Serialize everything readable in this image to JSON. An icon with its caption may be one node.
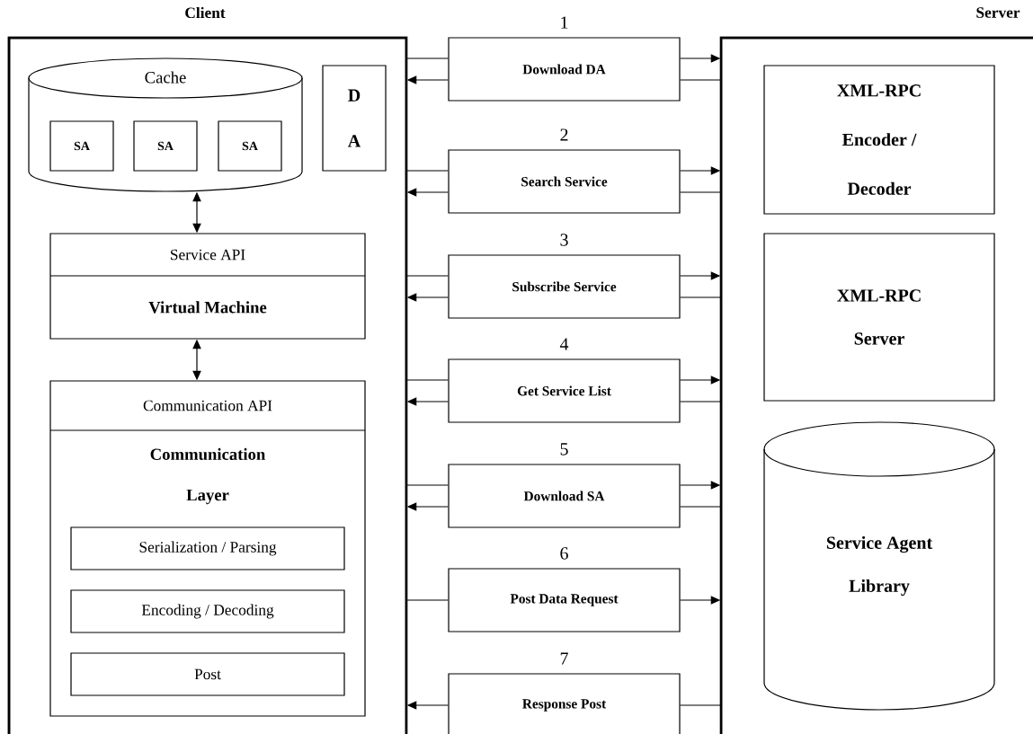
{
  "diagram": {
    "nodes": [
      {
        "text": [
          "Client"
        ]
      },
      {
        "text": [
          "Cache"
        ],
        "in": 0
      },
      {
        "text": [
          "SA"
        ],
        "in": 1
      },
      {
        "text": [
          "SA"
        ],
        "in": 1
      },
      {
        "text": [
          "SA"
        ],
        "in": 1
      },
      {
        "text": [
          "D A"
        ],
        "in": 0
      },
      {
        "text": [
          "Service API",
          "Virtual Machine"
        ],
        "in": 0
      },
      {
        "text": [
          "Communication API",
          "Communication Layer"
        ],
        "in": 0
      },
      {
        "text": [
          "Serialization / Parsing"
        ],
        "in": 7
      },
      {
        "text": [
          "Encoding / Decoding"
        ],
        "in": 7
      },
      {
        "text": [
          "Post"
        ],
        "in": 7
      },
      {
        "text": [
          "Server"
        ]
      },
      {
        "text": [
          "XML-RPC Encoder / Decoder"
        ],
        "in": 11
      },
      {
        "text": [
          "XML-RPC Server"
        ],
        "in": 11
      },
      {
        "text": [
          "Service Agent Library"
        ],
        "in": 11
      },
      {
        "text": [
          "Download DA"
        ],
        "beside": [
          "1"
        ]
      },
      {
        "text": [
          "Search Service"
        ],
        "beside": [
          "2"
        ]
      },
      {
        "text": [
          "Subscribe Service"
        ],
        "beside": [
          "3"
        ]
      },
      {
        "text": [
          "Get Service List"
        ],
        "beside": [
          "4"
        ]
      },
      {
        "text": [
          "Download SA"
        ],
        "beside": [
          "5"
        ]
      },
      {
        "text": [
          "Post Data Request"
        ],
        "beside": [
          "6"
        ]
      },
      {
        "text": [
          "Response Post"
        ],
        "beside": [
          "7"
        ]
      }
    ],
    "edges": [
      {
        "from": 1,
        "to": 6,
        "arrow": "both"
      },
      {
        "from": 6,
        "to": 7,
        "arrow": "both"
      },
      {
        "from": 0,
        "to": 15,
        "arrow": "none"
      },
      {
        "from": 15,
        "to": 11,
        "arrow": "to"
      },
      {
        "from": 11,
        "to": 15,
        "arrow": "none"
      },
      {
        "from": 15,
        "to": 0,
        "arrow": "to"
      },
      {
        "from": 0,
        "to": 16,
        "arrow": "none"
      },
      {
        "from": 16,
        "to": 11,
        "arrow": "to"
      },
      {
        "from": 11,
        "to": 16,
        "arrow": "none"
      },
      {
        "from": 16,
        "to": 0,
        "arrow": "to"
      },
      {
        "from": 0,
        "to": 17,
        "arrow": "none"
      },
      {
        "from": 17,
        "to": 11,
        "arrow": "to"
      },
      {
        "from": 11,
        "to": 17,
        "arrow": "none"
      },
      {
        "from": 17,
        "to": 0,
        "arrow": "to"
      },
      {
        "from": 0,
        "to": 18,
        "arrow": "none"
      },
      {
        "from": 18,
        "to": 11,
        "arrow": "to"
      },
      {
        "from": 11,
        "to": 18,
        "arrow": "none"
      },
      {
        "from": 18,
        "to": 0,
        "arrow": "to"
      },
      {
        "from": 0,
        "to": 19,
        "arrow": "none"
      },
      {
        "from": 19,
        "to": 11,
        "arrow": "to"
      },
      {
        "from": 11,
        "to": 19,
        "arrow": "none"
      },
      {
        "from": 19,
        "to": 0,
        "arrow": "to"
      },
      {
        "from": 0,
        "to": 20,
        "arrow": "none"
      },
      {
        "from": 20,
        "to": 11,
        "arrow": "to"
      },
      {
        "from": 11,
        "to": 21,
        "arrow": "none"
      },
      {
        "from": 21,
        "to": 0,
        "arrow": "to"
      }
    ]
  }
}
